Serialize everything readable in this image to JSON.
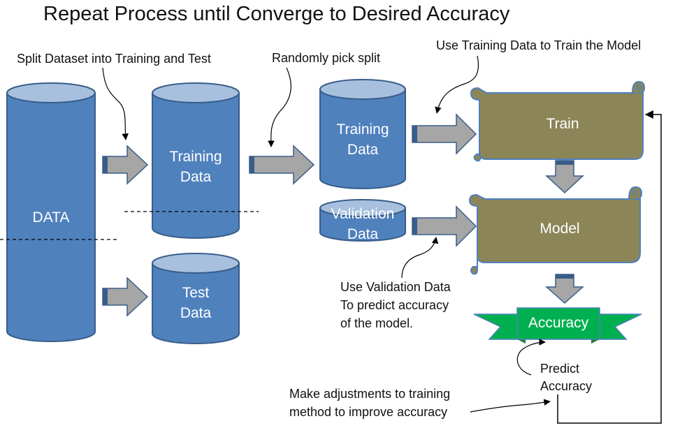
{
  "title": "Repeat Process until Converge to Desired Accuracy",
  "annotations": {
    "split_dataset": "Split Dataset into Training and Test",
    "randomly_pick": "Randomly pick split",
    "use_training": "Use Training Data to Train the Model",
    "use_validation_1": "Use Validation Data",
    "use_validation_2": "To predict accuracy",
    "use_validation_3": "of the model.",
    "predict_accuracy_1": "Predict",
    "predict_accuracy_2": "Accuracy",
    "adjust_1": "Make adjustments to training",
    "adjust_2": "method to improve accuracy"
  },
  "nodes": {
    "data": "DATA",
    "training_1": "Training",
    "training_2": "Data",
    "test_1": "Test",
    "test_2": "Data",
    "training_split_1": "Training",
    "training_split_2": "Data",
    "validation_1": "Validation",
    "validation_2": "Data",
    "train": "Train",
    "model": "Model",
    "accuracy": "Accuracy"
  },
  "colors": {
    "cylinder_body": "#4f81bd",
    "cylinder_top": "#a7c0de",
    "cylinder_stroke": "#385d8a",
    "scroll_fill": "#8b8558",
    "scroll_stroke": "#4f81bd",
    "ribbon_green": "#00b050",
    "ribbon_dark": "#1f7a3a",
    "arrow_fill": "#a6a6a6",
    "arrow_stroke": "#385d8a"
  }
}
